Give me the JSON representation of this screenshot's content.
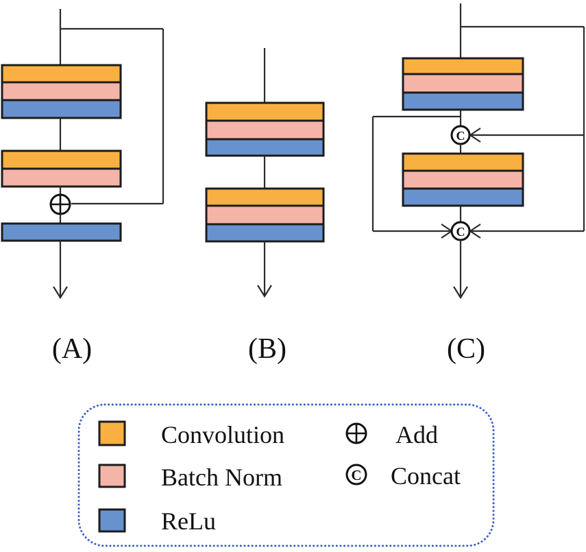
{
  "figure_type": "neural-network-block-diagram",
  "colors": {
    "convolution": "#F9B043",
    "batch_norm": "#F4B5A8",
    "relu": "#6792CD",
    "line": "#2b2b2b",
    "legend_border": "#3a5fc6"
  },
  "diagrams": [
    {
      "id": "A",
      "label": "(A)"
    },
    {
      "id": "B",
      "label": "(B)"
    },
    {
      "id": "C",
      "label": "(C)"
    }
  ],
  "operators": {
    "concat_letter": "C"
  },
  "legend": {
    "items": [
      {
        "swatch": "convolution",
        "label": "Convolution"
      },
      {
        "swatch": "batch_norm",
        "label": "Batch Norm"
      },
      {
        "swatch": "relu",
        "label": "ReLu"
      }
    ],
    "operators": [
      {
        "symbol": "add",
        "label": "Add"
      },
      {
        "symbol": "concat",
        "label": "Concat"
      }
    ]
  }
}
